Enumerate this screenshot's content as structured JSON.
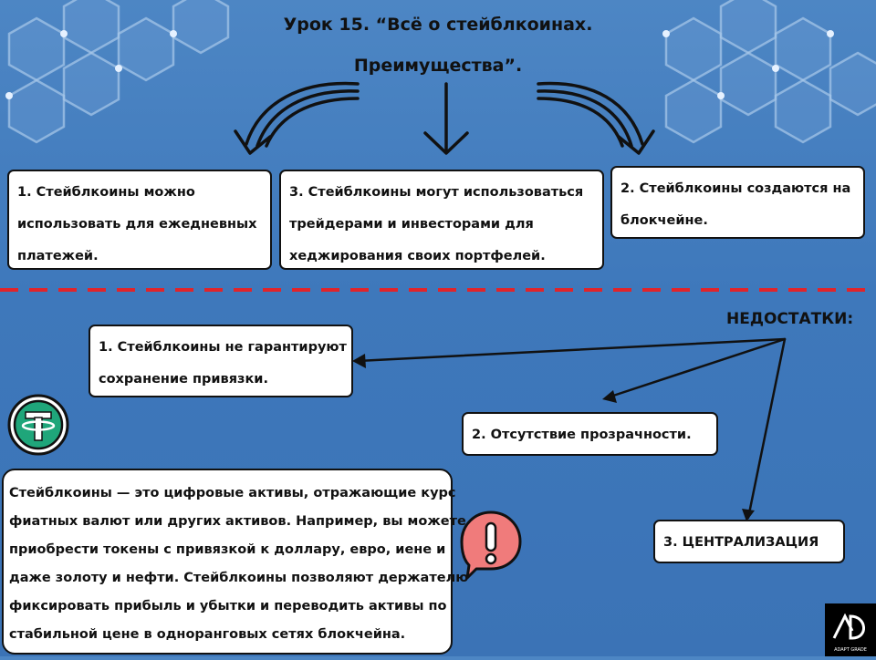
{
  "title": {
    "line1": "Урок 15. “Всё о стейблкоинах.",
    "line2": "Преимущества”."
  },
  "advantages": [
    {
      "lines": [
        "1. Стейблкоины можно",
        "использовать для ежедневных",
        "платежей."
      ]
    },
    {
      "lines": [
        "3. Стейблкоины могут использоваться",
        "трейдерами и инвесторами для",
        "хеджирования своих портфелей."
      ]
    },
    {
      "lines": [
        "2. Стейблкоины создаются на",
        "блокчейне."
      ]
    }
  ],
  "disadvantages": {
    "label": "НЕДОСТАТКИ:",
    "items": [
      {
        "lines": [
          "1. Стейблкоины не гарантируют",
          "сохранение привязки."
        ]
      },
      {
        "lines": [
          "2. Отсутствие прозрачности."
        ]
      },
      {
        "lines": [
          "3. ЦЕНТРАЛИЗАЦИЯ"
        ]
      }
    ]
  },
  "info": {
    "lines": [
      "Стейблкоины — это цифровые активы, отражающие курс",
      "фиатных валют или других активов. Например, вы можете",
      "приобрести токены с привязкой к доллару, евро, иене и",
      "даже золоту и нефти. Стейблкоины позволяют держателю",
      "фиксировать прибыль и убытки и переводить активы по",
      "стабильной цене в одноранговых сетях блокчейна."
    ]
  },
  "icons": {
    "coin": "tether-coin-icon",
    "alert": "exclamation-speech-bubble-icon",
    "logo": "adapt-grade-logo"
  },
  "logo": {
    "text": "ADAPT GRADE"
  },
  "colors": {
    "background": "#3e78bb",
    "divider": "#e0242a",
    "coin_green": "#1fa67a",
    "alert_red": "#f07b7b"
  }
}
